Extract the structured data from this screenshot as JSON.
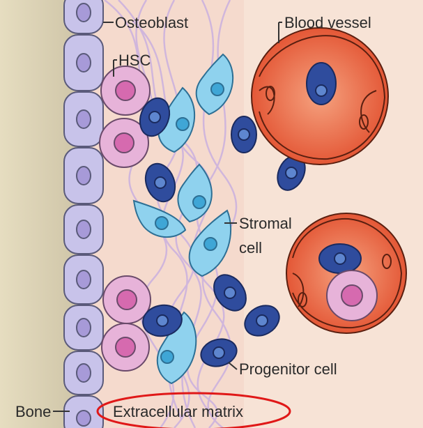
{
  "labels": {
    "osteoblast": "Osteoblast",
    "hsc": "HSC",
    "blood_vessel": "Blood vessel",
    "stromal_line1": "Stromal",
    "stromal_line2": "cell",
    "progenitor": "Progenitor cell",
    "bone": "Bone",
    "ecm": "Extracellular matrix"
  },
  "colors": {
    "bone": "#d6ceb2",
    "background": "#f7e3d6",
    "matrix": "#f2cfc4",
    "fiber": "#c9aee0",
    "osteoblast": "#c8c3ea",
    "osteoblast_nucleus": "#a79ad8",
    "hsc": "#e7b3d9",
    "hsc_nucleus": "#d66aaf",
    "stromal": "#8fd2ee",
    "stromal_nucleus": "#3fa6d6",
    "progenitor": "#2f4c9d",
    "progenitor_nucleus": "#5e86cf",
    "vessel": "#e45a38",
    "highlight_circle": "#e01818"
  }
}
